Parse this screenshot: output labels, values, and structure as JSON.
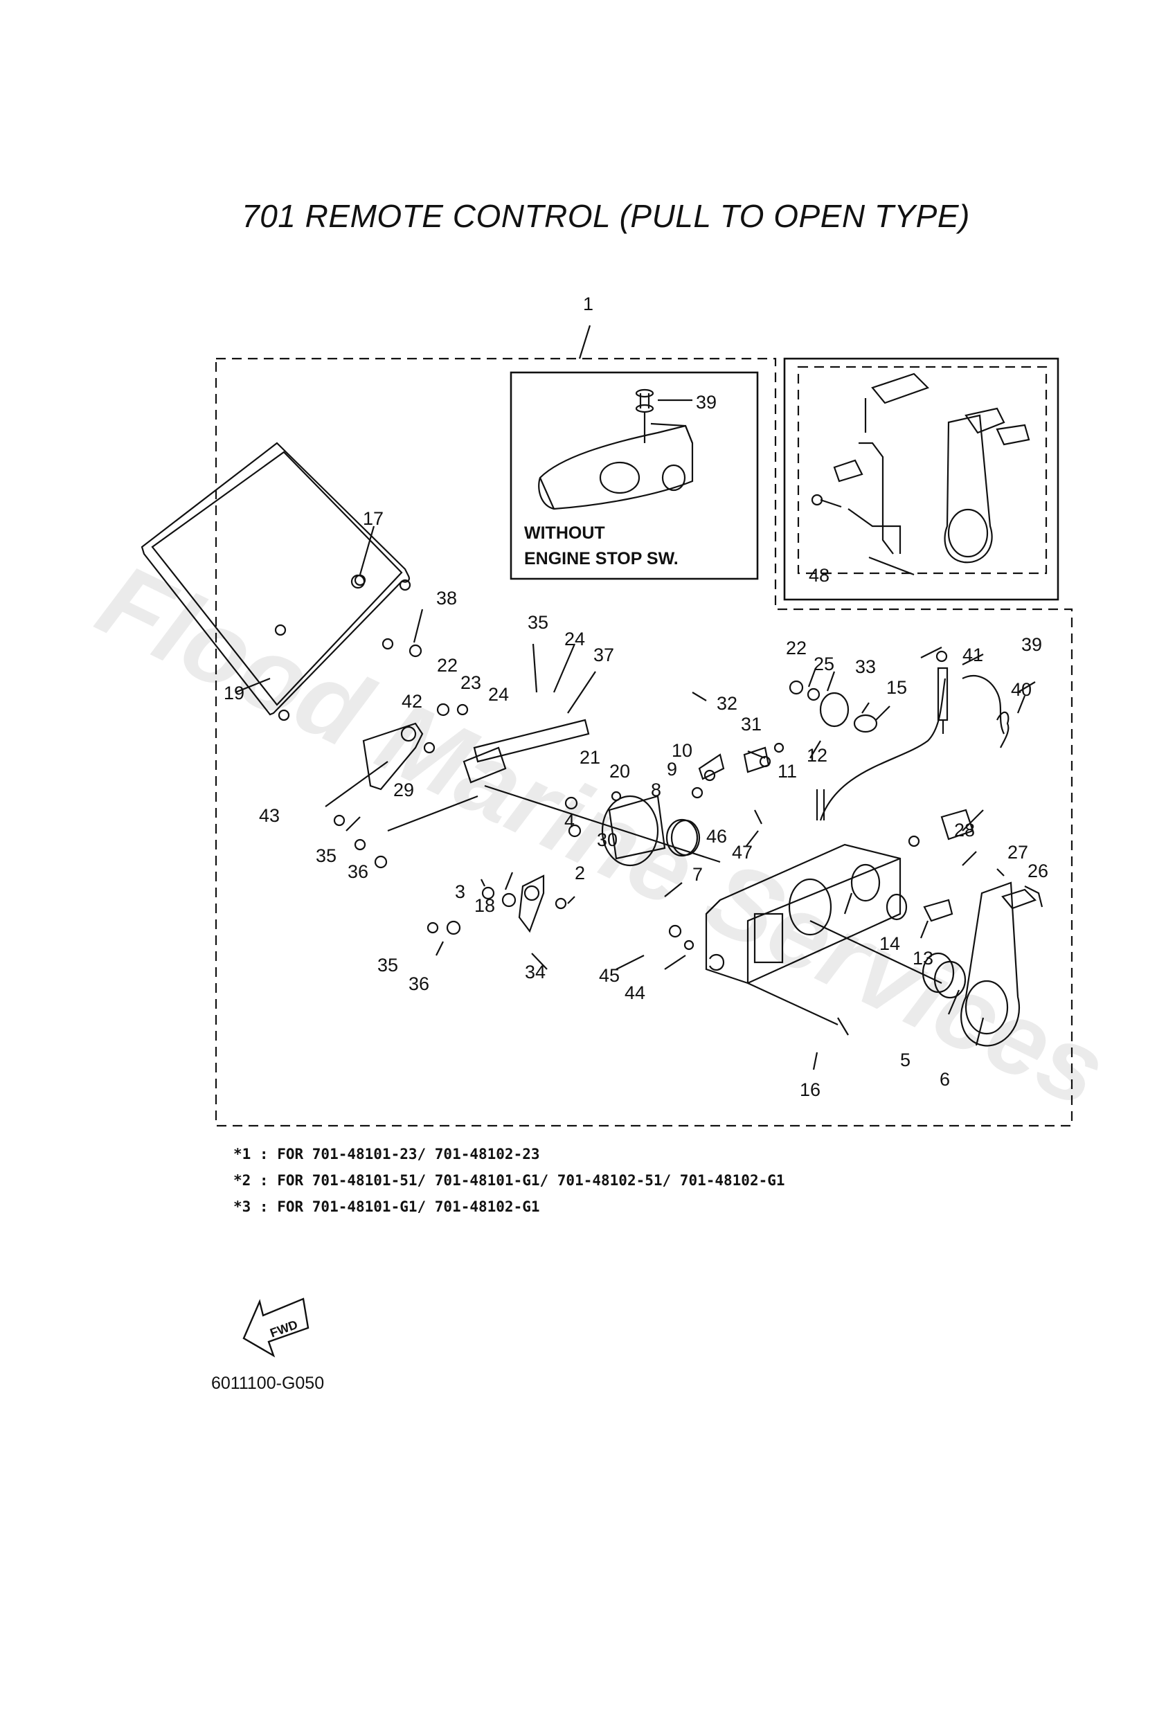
{
  "title": "701 REMOTE CONTROL (PULL TO OPEN TYPE)",
  "watermark": "Flood Marine Services",
  "insets": {
    "without_stop": {
      "line1": "WITHOUT",
      "line2": "ENGINE STOP SW."
    }
  },
  "callouts": [
    {
      "id": "c1",
      "label": "1"
    },
    {
      "id": "c39a",
      "label": "39"
    },
    {
      "id": "c17",
      "label": "17"
    },
    {
      "id": "c38",
      "label": "38"
    },
    {
      "id": "c19",
      "label": "19"
    },
    {
      "id": "c48",
      "label": "48"
    },
    {
      "id": "c35a",
      "label": "35"
    },
    {
      "id": "c24a",
      "label": "24"
    },
    {
      "id": "c37",
      "label": "37"
    },
    {
      "id": "c22a",
      "label": "22"
    },
    {
      "id": "c23",
      "label": "23"
    },
    {
      "id": "c24b",
      "label": "24"
    },
    {
      "id": "c42",
      "label": "42"
    },
    {
      "id": "c22b",
      "label": "22"
    },
    {
      "id": "c25",
      "label": "25"
    },
    {
      "id": "c33",
      "label": "33"
    },
    {
      "id": "c15",
      "label": "15"
    },
    {
      "id": "c41",
      "label": "41"
    },
    {
      "id": "c39b",
      "label": "39"
    },
    {
      "id": "c40",
      "label": "40"
    },
    {
      "id": "c32",
      "label": "32"
    },
    {
      "id": "c31",
      "label": "31"
    },
    {
      "id": "c10",
      "label": "10"
    },
    {
      "id": "c12",
      "label": "12"
    },
    {
      "id": "c11",
      "label": "11"
    },
    {
      "id": "c21",
      "label": "21"
    },
    {
      "id": "c20",
      "label": "20"
    },
    {
      "id": "c9",
      "label": "9"
    },
    {
      "id": "c8",
      "label": "8"
    },
    {
      "id": "c29",
      "label": "29"
    },
    {
      "id": "c43",
      "label": "43"
    },
    {
      "id": "c4",
      "label": "4"
    },
    {
      "id": "c30",
      "label": "30"
    },
    {
      "id": "c46",
      "label": "46"
    },
    {
      "id": "c47",
      "label": "47"
    },
    {
      "id": "c28",
      "label": "28"
    },
    {
      "id": "c27",
      "label": "27"
    },
    {
      "id": "c26",
      "label": "26"
    },
    {
      "id": "c35b",
      "label": "35"
    },
    {
      "id": "c36a",
      "label": "36"
    },
    {
      "id": "c3",
      "label": "3"
    },
    {
      "id": "c18",
      "label": "18"
    },
    {
      "id": "c2",
      "label": "2"
    },
    {
      "id": "c7",
      "label": "7"
    },
    {
      "id": "c14",
      "label": "14"
    },
    {
      "id": "c13",
      "label": "13"
    },
    {
      "id": "c35c",
      "label": "35"
    },
    {
      "id": "c36b",
      "label": "36"
    },
    {
      "id": "c34",
      "label": "34"
    },
    {
      "id": "c45",
      "label": "45"
    },
    {
      "id": "c44",
      "label": "44"
    },
    {
      "id": "c5",
      "label": "5"
    },
    {
      "id": "c6",
      "label": "6"
    },
    {
      "id": "c16",
      "label": "16"
    }
  ],
  "notes": [
    "*1 : FOR 701-48101-23/ 701-48102-23",
    "*2 : FOR 701-48101-51/ 701-48101-G1/ 701-48102-51/ 701-48102-G1",
    "*3 : FOR 701-48101-G1/ 701-48102-G1"
  ],
  "fwd_label": "FWD",
  "reference_code": "6011100-G050"
}
